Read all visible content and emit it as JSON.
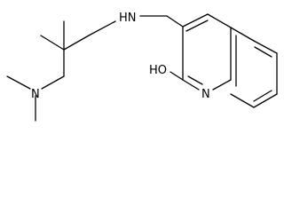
{
  "molecule": {
    "atoms": {
      "amine_n": "N",
      "linker_nh": "HN",
      "hydroxy": "HO",
      "ring_n": "N"
    }
  }
}
